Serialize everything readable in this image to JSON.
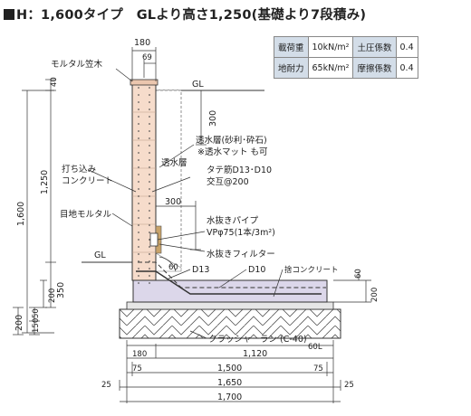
{
  "title": "H：1,600タイプ　GLより高さ1,250(基礎より7段積み)",
  "spec_table": {
    "rows": [
      [
        "載荷重",
        "10kN/m²",
        "土圧係数",
        "0.4"
      ],
      [
        "地耐力",
        "65kN/m²",
        "摩擦係数",
        "0.4"
      ]
    ]
  },
  "labels": {
    "mortar_cap": "モルタル笠木",
    "gl_top": "GL",
    "gl_left": "GL",
    "permeable_layer_a": "透水層(砂利･砕石)",
    "permeable_layer_b": "※透水マット も可",
    "permeable_layer": "透水層",
    "cast_concrete_a": "打ち込み",
    "cast_concrete_b": "コンクリート",
    "rebar_a": "タテ筋D13･D10",
    "rebar_b": "交互@200",
    "joint_mortar": "目地モルタル",
    "drain_pipe_a": "水抜きパイプ",
    "drain_pipe_b": "VPφ75(1本/3m²)",
    "drain_filter": "水抜きフィルター",
    "d13": "D13",
    "d10": "D10",
    "leveling_concrete": "捨コンクリート",
    "crusher_run": "クラッシャーラン (C-40)"
  },
  "dimensions": {
    "top_180": "180",
    "top_69": "69",
    "left_40": "40",
    "left_1250": "1,250",
    "left_1600": "1,600",
    "left_350": "350",
    "left_200a": "200",
    "left_200b": "200",
    "left_150": "150",
    "left_50": "50",
    "right_300": "300",
    "mid_300": "300",
    "angle_60": "60",
    "right_60": "60",
    "right_200": "200",
    "bot_180": "180",
    "bot_1120": "1,120",
    "bot_60l": "60L",
    "bot_75a": "75",
    "bot_1500": "1,500",
    "bot_75b": "75",
    "bot_25a": "25",
    "bot_1650": "1,650",
    "bot_25b": "25",
    "bot_1700": "1,700"
  },
  "colors": {
    "wall": "#f6dccb",
    "footing": "#dcd7ea",
    "leveling": "#e6e6e6",
    "table_header": "#d3dde8",
    "drain_filter": "#c8a36a"
  }
}
